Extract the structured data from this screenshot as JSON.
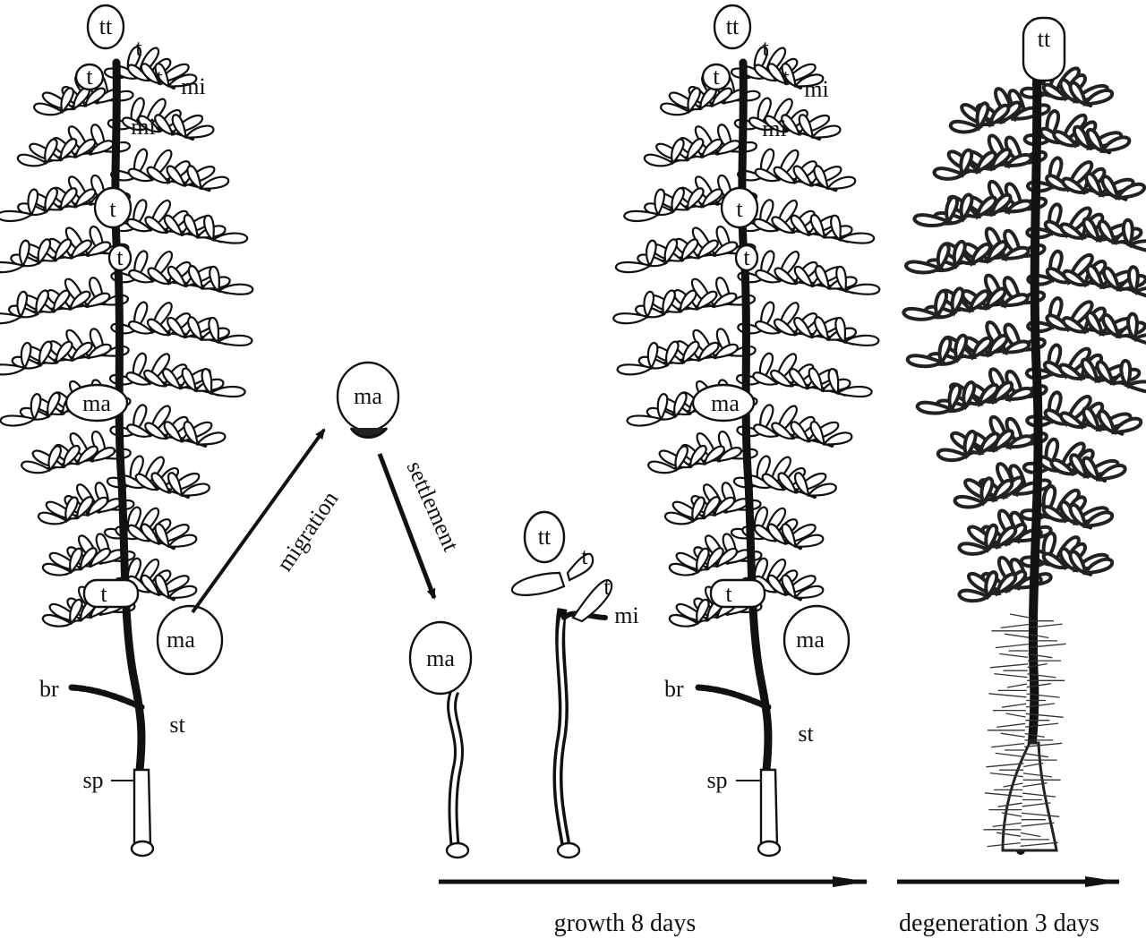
{
  "colors": {
    "ink": "#111111",
    "background": "#ffffff"
  },
  "labels": {
    "tt": "tt",
    "t": "t",
    "mi": "mi",
    "ma": "ma",
    "br": "br",
    "st": "st",
    "sp": "sp"
  },
  "arrows": {
    "migration": "migration",
    "settlement": "settlement"
  },
  "captions": {
    "growth": "growth 8 days",
    "degeneration": "degeneration 3 days"
  }
}
